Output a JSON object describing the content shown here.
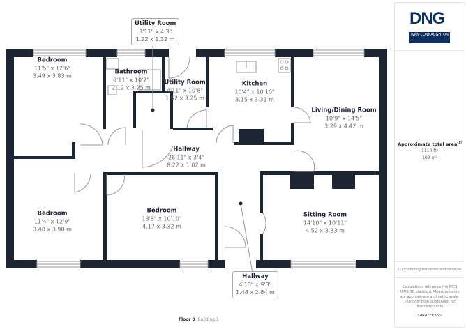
{
  "rooms": {
    "bedroom_1": {
      "name": "Bedroom",
      "imperial": "11'5\" x 12'6\"",
      "metric": "3.49 x 3.83 m"
    },
    "bathroom": {
      "name": "Bathroom",
      "imperial": "6'11\" x 10'7\"",
      "metric": "2.12 x 3.25 m"
    },
    "utility_room_1": {
      "name": "Utility Room",
      "imperial": "4'11\" x 10'8\"",
      "metric": "1.52 x 3.25 m"
    },
    "utility_room_2": {
      "name": "Utility Room",
      "imperial": "3'11\" x 4'3\"",
      "metric": "1.22 x 1.32 m"
    },
    "kitchen": {
      "name": "Kitchen",
      "imperial": "10'4\" x 10'10\"",
      "metric": "3.15 x 3.31 m"
    },
    "living_dining": {
      "name": "Living/Dining Room",
      "imperial": "10'9\" x 14'5\"",
      "metric": "3.29 x 4.42 m"
    },
    "hallway_1": {
      "name": "Hallway",
      "imperial": "26'11\" x 3'4\"",
      "metric": "8.22 x 1.02 m"
    },
    "bedroom_2": {
      "name": "Bedroom",
      "imperial": "11'4\" x 12'9\"",
      "metric": "3.48 x 3.90 m"
    },
    "bedroom_3": {
      "name": "Bedroom",
      "imperial": "13'8\" x 10'10\"",
      "metric": "4.17 x 3.32 m"
    },
    "sitting_room": {
      "name": "Sitting Room",
      "imperial": "14'10\" x 10'11\"",
      "metric": "4.52 x 3.33 m"
    },
    "hallway_2": {
      "name": "Hallway",
      "imperial": "4'10\" x 9'3\"",
      "metric": "1.48 x 2.84 m"
    }
  },
  "footer": {
    "floor": "Floor 0",
    "building": "Building 1"
  },
  "panel": {
    "logo": "DNG",
    "logo_sub": "IVAN CONNAUGHTON",
    "area_title": "Approximate total area",
    "area_sup": "(1)",
    "area_ft": "1110 ft²",
    "area_m": "103 m²",
    "note1": "(1) Excluding balconies and terraces",
    "note2": "Calculations reference the RICS IPMS 3C standard. Measurements are approximate and not to scale. This floor plan is intended for illustration only.",
    "brand": "GIRAFFE360"
  },
  "colors": {
    "wall": "#1e2633",
    "brand": "#0f2f5f"
  }
}
